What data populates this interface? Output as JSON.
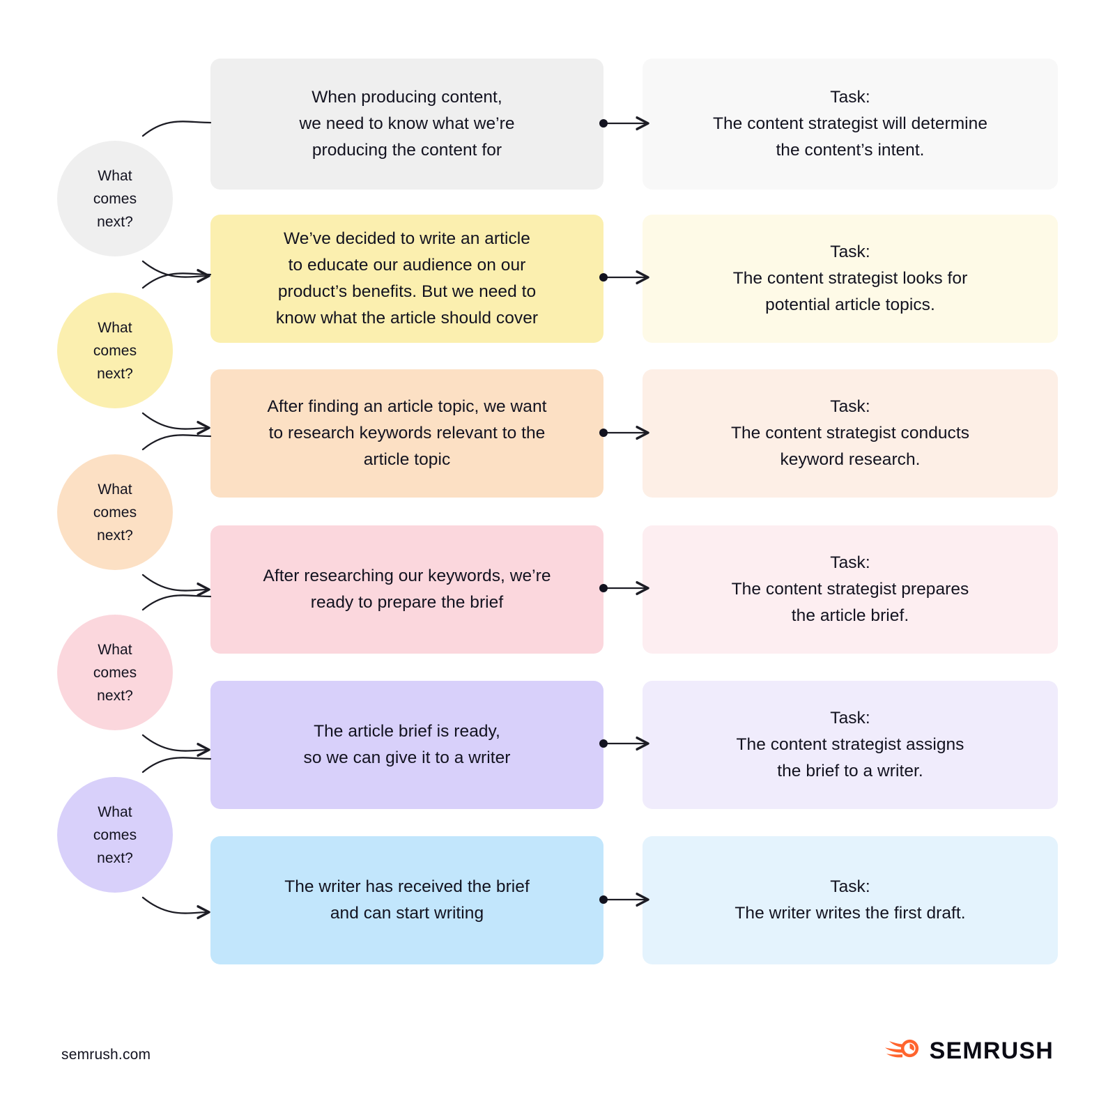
{
  "page": {
    "title": "Content workflow: what comes next",
    "background": "#ffffff",
    "text_color": "#12121f"
  },
  "prompt_circles": [
    {
      "id": "circle-1",
      "line1": "What",
      "line2": "comes",
      "line3": "next?",
      "color": "#EFEFEF"
    },
    {
      "id": "circle-2",
      "line1": "What",
      "line2": "comes",
      "line3": "next?",
      "color": "#FBEFAF"
    },
    {
      "id": "circle-3",
      "line1": "What",
      "line2": "comes",
      "line3": "next?",
      "color": "#FCE0C4"
    },
    {
      "id": "circle-4",
      "line1": "What",
      "line2": "comes",
      "line3": "next?",
      "color": "#FBD7DD"
    },
    {
      "id": "circle-5",
      "line1": "What",
      "line2": "comes",
      "line3": "next?",
      "color": "#D8D0FA"
    }
  ],
  "rows": [
    {
      "id": "row-1",
      "situation": {
        "lines": [
          "When producing content,",
          "we need to know what we’re",
          "producing the content for"
        ],
        "color": "#EFEFEF"
      },
      "task": {
        "lines": [
          "Task:",
          "The content strategist will determine",
          "the content’s intent."
        ],
        "color": "#F8F8F8"
      }
    },
    {
      "id": "row-2",
      "situation": {
        "lines": [
          "We’ve decided to write an article",
          "to educate our audience on our",
          "product’s benefits. But we need to",
          "know what the article should cover"
        ],
        "color": "#FBEFAF"
      },
      "task": {
        "lines": [
          "Task:",
          "The content strategist looks for",
          "potential article topics."
        ],
        "color": "#FEFAE7"
      }
    },
    {
      "id": "row-3",
      "situation": {
        "lines": [
          "After finding an article topic, we want",
          "to research keywords relevant to the",
          "article topic"
        ],
        "color": "#FCE0C4"
      },
      "task": {
        "lines": [
          "Task:",
          "The content strategist conducts",
          "keyword research."
        ],
        "color": "#FDEFE6"
      }
    },
    {
      "id": "row-4",
      "situation": {
        "lines": [
          "After researching our keywords, we’re",
          "ready to prepare the brief"
        ],
        "color": "#FBD7DD"
      },
      "task": {
        "lines": [
          "Task:",
          "The content strategist prepares",
          "the article brief."
        ],
        "color": "#FDEEF1"
      }
    },
    {
      "id": "row-5",
      "situation": {
        "lines": [
          "The article brief is ready,",
          "so we can give it to a writer"
        ],
        "color": "#D8D0FA"
      },
      "task": {
        "lines": [
          "Task:",
          "The content strategist assigns",
          "the brief to a writer."
        ],
        "color": "#F0ECFC"
      }
    },
    {
      "id": "row-6",
      "situation": {
        "lines": [
          "The writer has received the brief",
          "and can start writing"
        ],
        "color": "#C2E6FC"
      },
      "task": {
        "lines": [
          "Task:",
          "The writer writes the first draft."
        ],
        "color": "#E4F3FD"
      }
    }
  ],
  "footer": {
    "site_url": "semrush.com",
    "brand_name": "SEMRUSH",
    "brand_color": "#FF642D",
    "logo_icon": "semrush-comet-icon"
  },
  "connector": {
    "line_color": "#1c1c24",
    "dot_color": "#12121f"
  }
}
